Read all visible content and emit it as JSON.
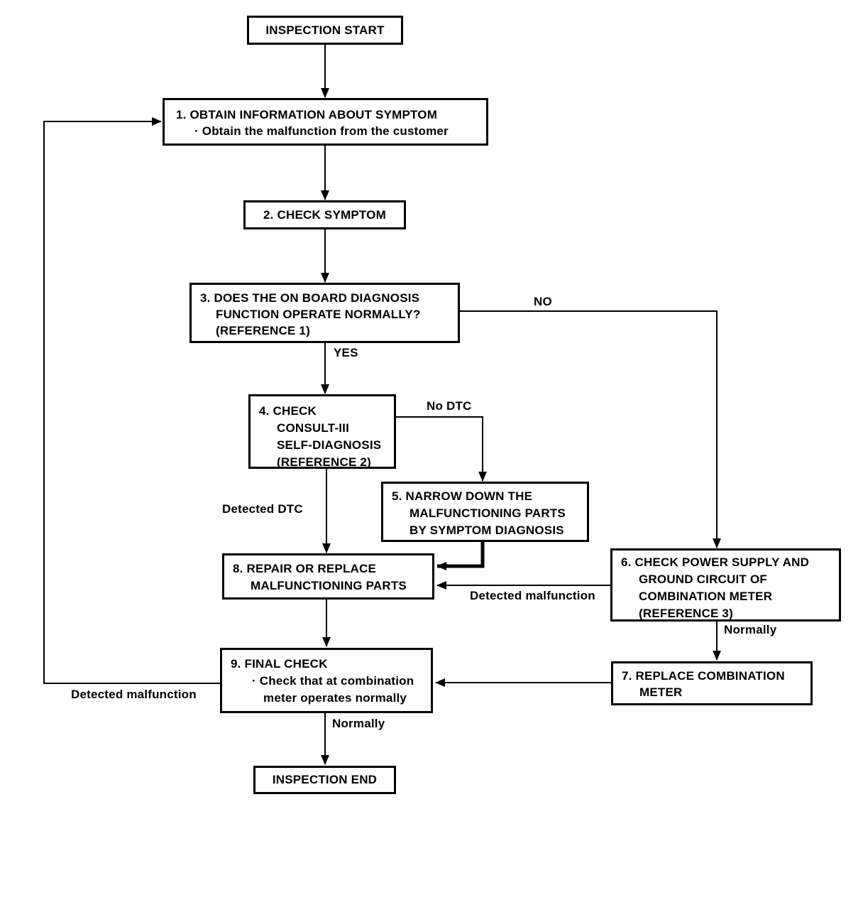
{
  "diagram": {
    "type": "flowchart",
    "colors": {
      "line": "#000000",
      "background": "#ffffff",
      "text": "#000000"
    },
    "nodes": {
      "start": {
        "label": "INSPECTION START"
      },
      "step1": {
        "line1": "1. OBTAIN INFORMATION ABOUT SYMPTOM",
        "line2": "· Obtain the malfunction from the customer"
      },
      "step2": {
        "line1": "2. CHECK SYMPTOM"
      },
      "step3": {
        "line1": "3. DOES THE ON BOARD DIAGNOSIS",
        "line2": "FUNCTION OPERATE NORMALLY?",
        "line3": "(REFERENCE 1)"
      },
      "step4": {
        "line1": "4. CHECK",
        "line2": "CONSULT-III",
        "line3": "SELF-DIAGNOSIS",
        "line4": "(REFERENCE 2)"
      },
      "step5": {
        "line1": "5. NARROW DOWN THE",
        "line2": "MALFUNCTIONING PARTS",
        "line3": "BY SYMPTOM DIAGNOSIS"
      },
      "step6": {
        "line1": "6. CHECK POWER SUPPLY AND",
        "line2": "GROUND CIRCUIT OF",
        "line3": "COMBINATION METER",
        "line4": "(REFERENCE 3)"
      },
      "step7": {
        "line1": "7. REPLACE COMBINATION",
        "line2": "METER"
      },
      "step8": {
        "line1": "8. REPAIR OR REPLACE",
        "line2": "MALFUNCTIONING PARTS"
      },
      "step9": {
        "line1": "9. FINAL CHECK",
        "line2": "· Check that at combination",
        "line3": "meter operates normally"
      },
      "end": {
        "label": "INSPECTION END"
      }
    },
    "edge_labels": {
      "yes": "YES",
      "no": "NO",
      "no_dtc": "No DTC",
      "detected_dtc": "Detected DTC",
      "detected_malfunction_right": "Detected malfunction",
      "normally_right": "Normally",
      "detected_malfunction_left": "Detected malfunction",
      "normally_bottom": "Normally"
    },
    "edges": [
      {
        "from": "start",
        "to": "step1",
        "label": ""
      },
      {
        "from": "step1",
        "to": "step2",
        "label": ""
      },
      {
        "from": "step2",
        "to": "step3",
        "label": ""
      },
      {
        "from": "step3",
        "to": "step4",
        "label": "YES"
      },
      {
        "from": "step3",
        "to": "step6",
        "label": "NO"
      },
      {
        "from": "step4",
        "to": "step5",
        "label": "No DTC"
      },
      {
        "from": "step4",
        "to": "step8",
        "label": "Detected DTC"
      },
      {
        "from": "step5",
        "to": "step8",
        "label": ""
      },
      {
        "from": "step6",
        "to": "step8",
        "label": "Detected malfunction"
      },
      {
        "from": "step6",
        "to": "step7",
        "label": "Normally"
      },
      {
        "from": "step7",
        "to": "step9",
        "label": ""
      },
      {
        "from": "step8",
        "to": "step9",
        "label": ""
      },
      {
        "from": "step9",
        "to": "step1",
        "label": "Detected malfunction"
      },
      {
        "from": "step9",
        "to": "end",
        "label": "Normally"
      }
    ]
  }
}
